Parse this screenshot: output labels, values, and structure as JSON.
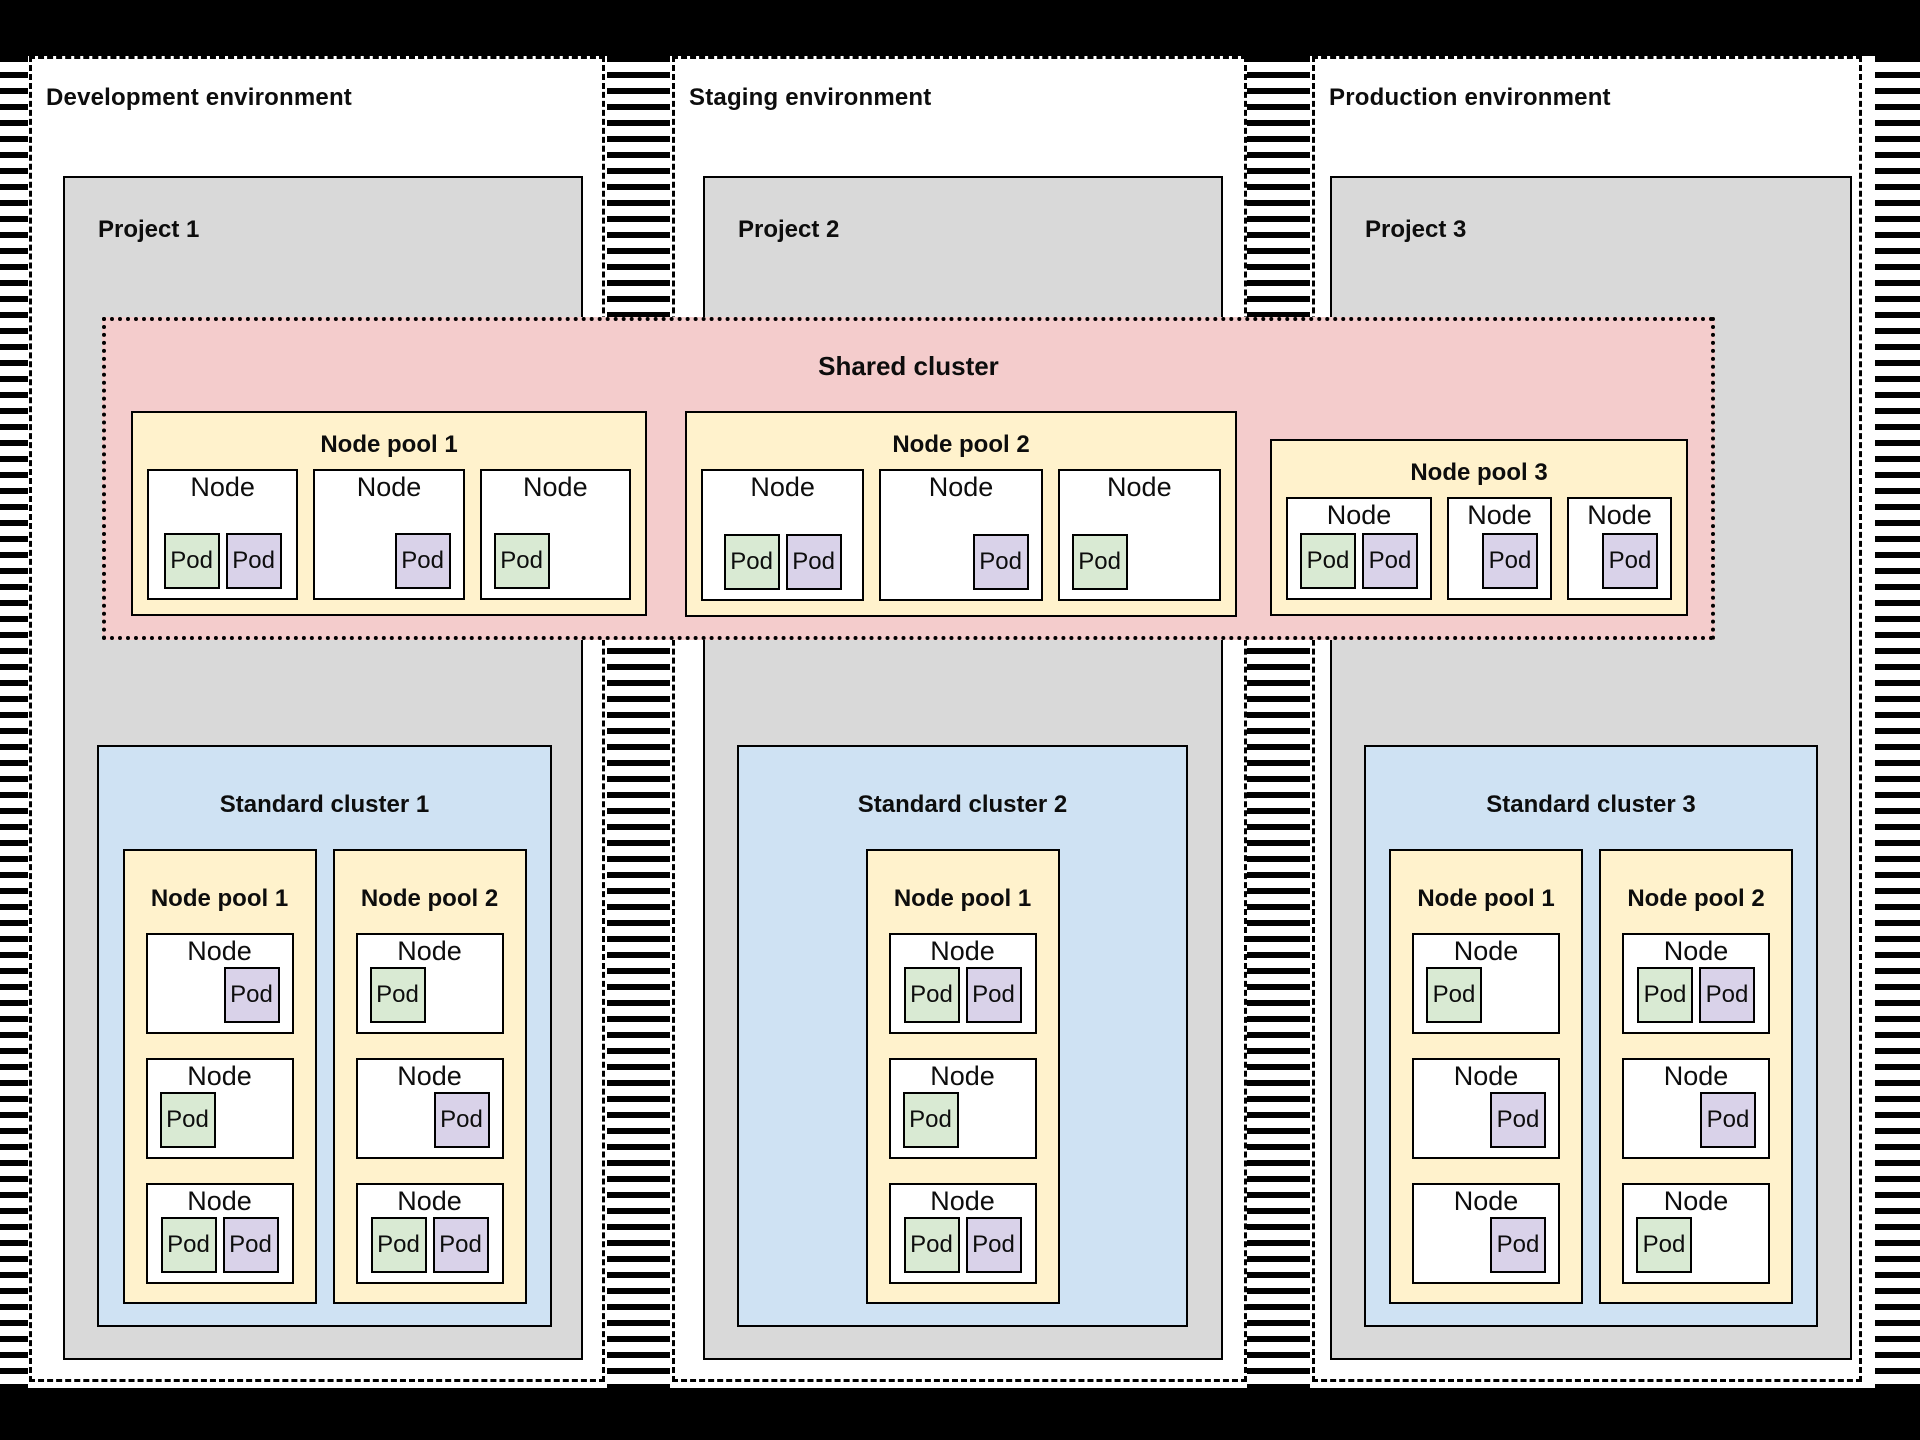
{
  "colors": {
    "project": "#d9d9d9",
    "shared_cluster": "#f4cccc",
    "standard_cluster": "#cfe2f3",
    "node_pool": "#fff2cc",
    "pod_green": "#d9ead3",
    "pod_purple": "#d9d2e9",
    "frame": "#000000"
  },
  "labels": {
    "node": "Node",
    "pod": "Pod"
  },
  "environments": [
    {
      "title": "Development environment",
      "project": {
        "title": "Project 1",
        "standard_cluster": {
          "title": "Standard cluster 1",
          "node_pools": [
            {
              "title": "Node pool 1",
              "nodes": [
                {
                  "align": "right",
                  "pods": [
                    {
                      "color": "purple"
                    }
                  ]
                },
                {
                  "align": "left",
                  "pods": [
                    {
                      "color": "green"
                    }
                  ]
                },
                {
                  "align": "pair",
                  "pods": [
                    {
                      "color": "green"
                    },
                    {
                      "color": "purple"
                    }
                  ]
                }
              ]
            },
            {
              "title": "Node pool 2",
              "nodes": [
                {
                  "align": "left",
                  "pods": [
                    {
                      "color": "green"
                    }
                  ]
                },
                {
                  "align": "right",
                  "pods": [
                    {
                      "color": "purple"
                    }
                  ]
                },
                {
                  "align": "pair",
                  "pods": [
                    {
                      "color": "green"
                    },
                    {
                      "color": "purple"
                    }
                  ]
                }
              ]
            }
          ]
        }
      }
    },
    {
      "title": "Staging environment",
      "project": {
        "title": "Project 2",
        "standard_cluster": {
          "title": "Standard cluster 2",
          "node_pools": [
            {
              "title": "Node pool 1",
              "nodes": [
                {
                  "align": "pair",
                  "pods": [
                    {
                      "color": "green"
                    },
                    {
                      "color": "purple"
                    }
                  ]
                },
                {
                  "align": "left",
                  "pods": [
                    {
                      "color": "green"
                    }
                  ]
                },
                {
                  "align": "pair",
                  "pods": [
                    {
                      "color": "green"
                    },
                    {
                      "color": "purple"
                    }
                  ]
                }
              ]
            }
          ]
        }
      }
    },
    {
      "title": "Production environment",
      "project": {
        "title": "Project 3",
        "standard_cluster": {
          "title": "Standard cluster 3",
          "node_pools": [
            {
              "title": "Node pool 1",
              "nodes": [
                {
                  "align": "left",
                  "pods": [
                    {
                      "color": "green"
                    }
                  ]
                },
                {
                  "align": "right",
                  "pods": [
                    {
                      "color": "purple"
                    }
                  ]
                },
                {
                  "align": "right",
                  "pods": [
                    {
                      "color": "purple"
                    }
                  ]
                }
              ]
            },
            {
              "title": "Node pool 2",
              "nodes": [
                {
                  "align": "pair",
                  "pods": [
                    {
                      "color": "green"
                    },
                    {
                      "color": "purple"
                    }
                  ]
                },
                {
                  "align": "right",
                  "pods": [
                    {
                      "color": "purple"
                    }
                  ]
                },
                {
                  "align": "left",
                  "pods": [
                    {
                      "color": "green"
                    }
                  ]
                }
              ]
            }
          ]
        }
      }
    }
  ],
  "shared_cluster": {
    "title": "Shared cluster",
    "node_pools": [
      {
        "title": "Node pool 1",
        "nodes": [
          {
            "align": "pair",
            "pods": [
              {
                "color": "green"
              },
              {
                "color": "purple"
              }
            ]
          },
          {
            "align": "right",
            "pods": [
              {
                "color": "purple"
              }
            ]
          },
          {
            "align": "left",
            "pods": [
              {
                "color": "green"
              }
            ]
          }
        ]
      },
      {
        "title": "Node pool 2",
        "nodes": [
          {
            "align": "pair",
            "pods": [
              {
                "color": "green"
              },
              {
                "color": "purple"
              }
            ]
          },
          {
            "align": "right",
            "pods": [
              {
                "color": "purple"
              }
            ]
          },
          {
            "align": "left",
            "pods": [
              {
                "color": "green"
              }
            ]
          }
        ]
      },
      {
        "title": "Node pool 3",
        "nodes": [
          {
            "align": "pair",
            "pods": [
              {
                "color": "green"
              },
              {
                "color": "purple"
              }
            ]
          },
          {
            "align": "right",
            "pods": [
              {
                "color": "purple"
              }
            ]
          },
          {
            "align": "right",
            "pods": [
              {
                "color": "purple"
              }
            ]
          }
        ]
      }
    ]
  }
}
